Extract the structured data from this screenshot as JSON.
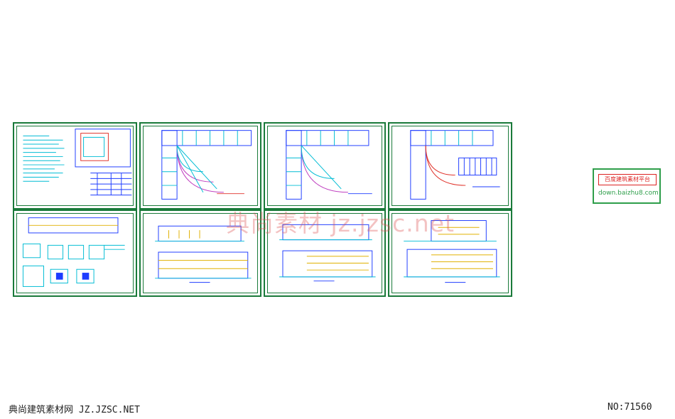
{
  "watermark": {
    "text": "典尚素材  jz.jzsc.net",
    "color": "#dc5050"
  },
  "stamp": {
    "title": "百度建筑素材平台",
    "url": "down.baizhu8.com",
    "border_color": "#2e9e4a"
  },
  "footer": {
    "site": "典尚建筑素材网 JZ.JZSC.NET",
    "number": "NO:71560"
  },
  "colors": {
    "frame": "#1a7a3a",
    "drawing_cyan": "#00bcd4",
    "drawing_blue": "#1e3cff",
    "drawing_red": "#e0322a",
    "drawing_magenta": "#c040c0",
    "drawing_yellow": "#e0b000"
  },
  "sheets": [
    {
      "id": "notes",
      "kind": "design-notes"
    },
    {
      "id": "plan-1",
      "kind": "floor-plan"
    },
    {
      "id": "plan-2",
      "kind": "floor-plan"
    },
    {
      "id": "plan-3",
      "kind": "floor-plan"
    },
    {
      "id": "details",
      "kind": "details"
    },
    {
      "id": "elev-1",
      "kind": "elevation"
    },
    {
      "id": "elev-2",
      "kind": "elevation"
    },
    {
      "id": "elev-3",
      "kind": "elevation"
    }
  ]
}
